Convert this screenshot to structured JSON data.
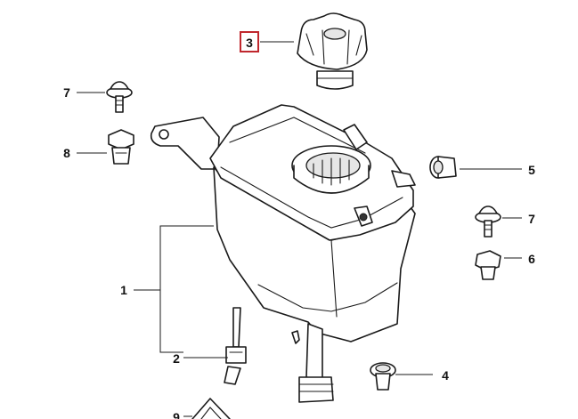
{
  "highlight_color": "#c0272d",
  "callouts": {
    "c1": "1",
    "c2": "2",
    "c3": "3",
    "c4": "4",
    "c5": "5",
    "c6": "6",
    "c7_left": "7",
    "c7_right": "7",
    "c8": "8",
    "c9": "9"
  },
  "highlighted_callout": "3"
}
